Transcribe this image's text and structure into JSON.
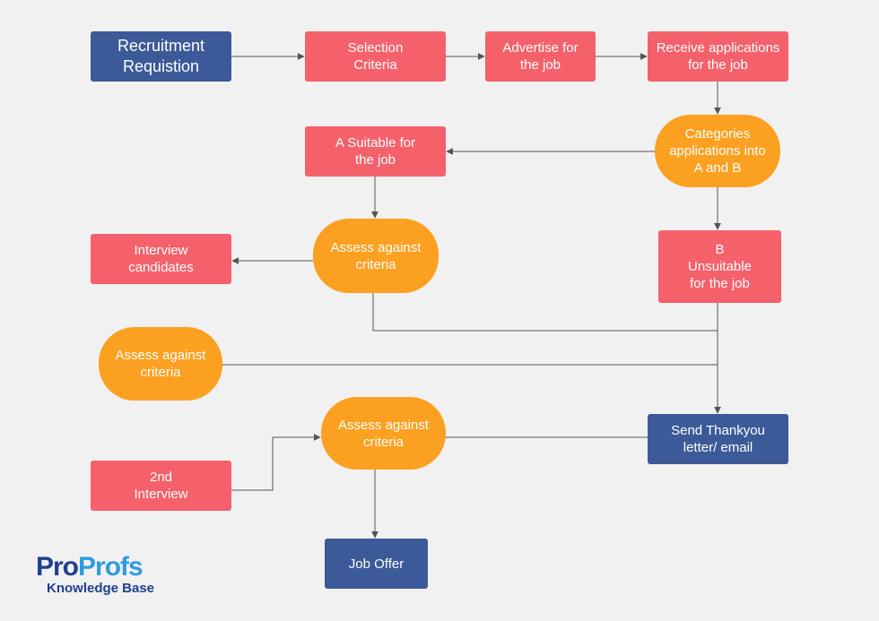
{
  "colors": {
    "background": "#f1f1f1",
    "process": "#f4616b",
    "decision": "#fba020",
    "terminal": "#3c5a98",
    "connector": "#555555",
    "logo_primary": "#1f3f8f",
    "logo_accent": "#2f9bdf"
  },
  "nodes": {
    "recruitment_requisition": "Recruitment\nRequistion",
    "selection_criteria": "Selection\nCriteria",
    "advertise": "Advertise for\nthe job",
    "receive_applications": "Receive applications\nfor the job",
    "categorise": "Categories\napplications into\nA and B",
    "a_suitable": "A Suitable for\nthe job",
    "assess_1": "Assess against\ncriteria",
    "interview_candidates": "Interview\ncandidates",
    "b_unsuitable": "B\nUnsuitable\nfor the job",
    "assess_2": "Assess against\ncriteria",
    "send_thankyou": "Send Thankyou\nletter/ email",
    "assess_3": "Assess against\ncriteria",
    "second_interview": "2nd\nInterview",
    "job_offer": "Job Offer"
  },
  "logo": {
    "part1": "Pro",
    "part2": "Profs",
    "subtitle": "Knowledge Base"
  }
}
